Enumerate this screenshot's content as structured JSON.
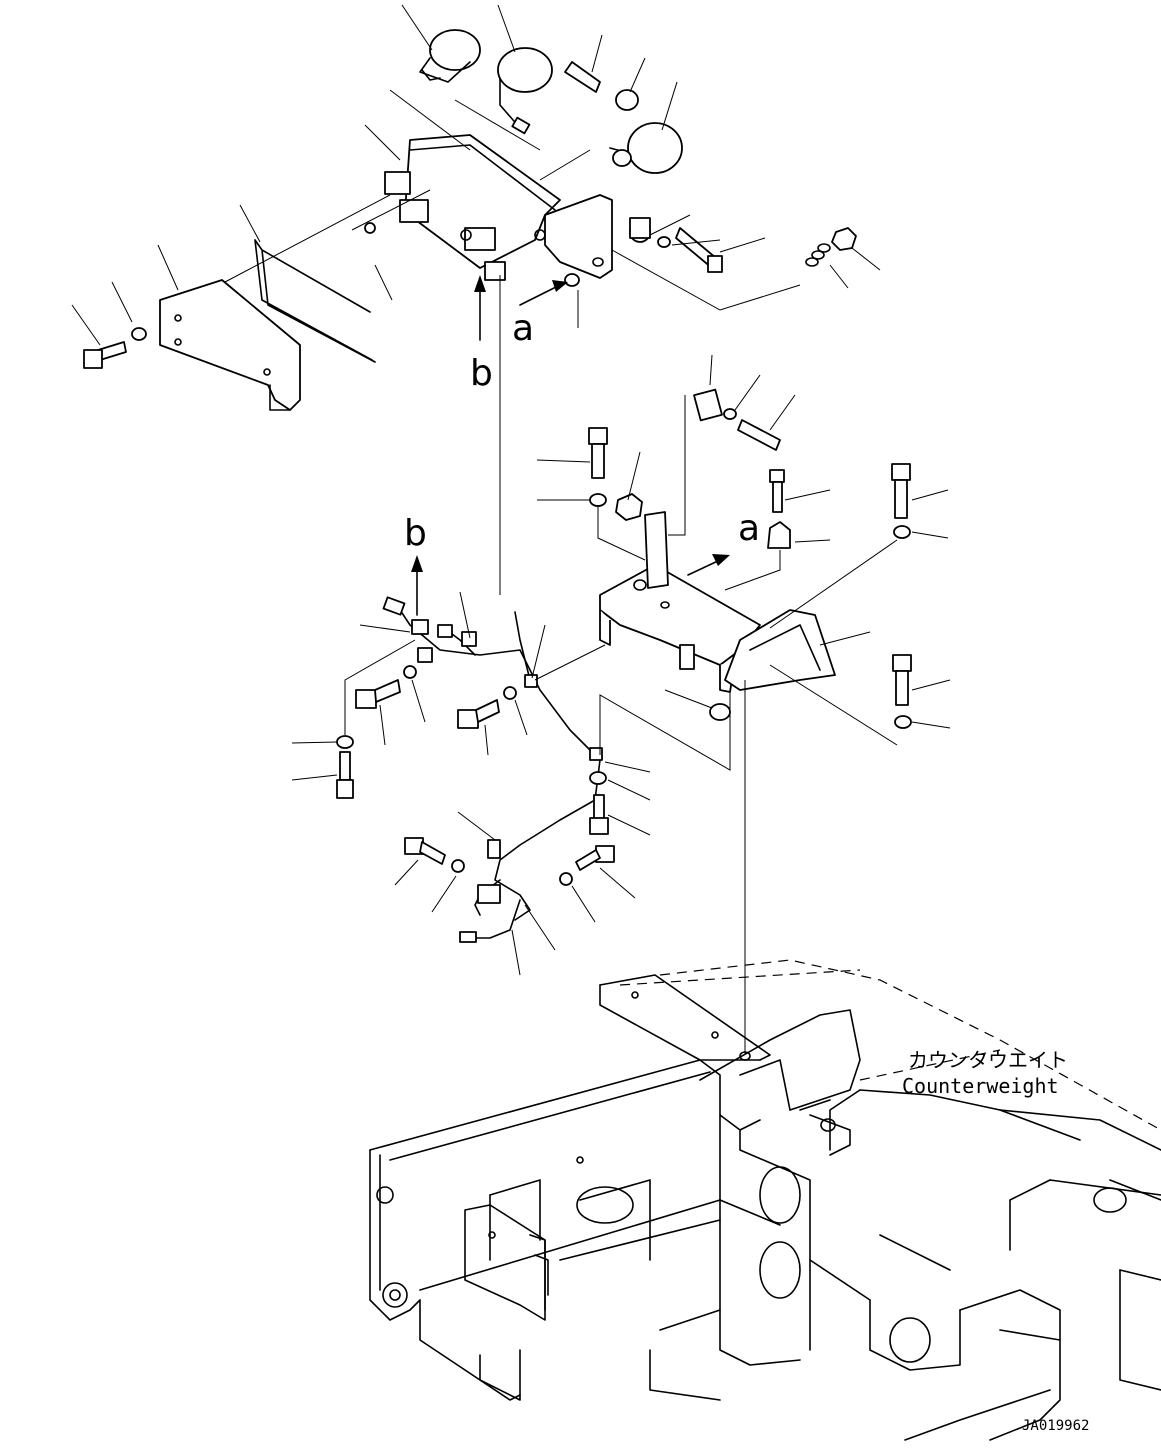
{
  "labels": {
    "callout_a_top": "a",
    "callout_b_top": "b",
    "callout_a_mid": "a",
    "callout_b_mid": "b"
  },
  "caption": {
    "jp": "カウンタウエイト",
    "en": "Counterweight"
  },
  "drawing_id": "JA019962"
}
